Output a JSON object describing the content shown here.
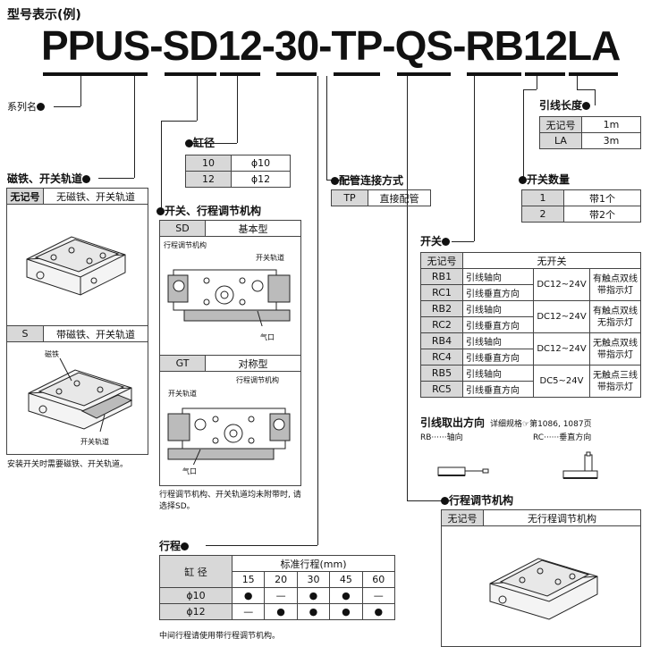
{
  "title": "型号表示(例)",
  "code_parts": [
    "PPUS",
    "-",
    "SD",
    "12",
    "-",
    "30",
    "-",
    "TP",
    "-",
    "QS",
    "-",
    "RB",
    "12",
    "LA"
  ],
  "series": {
    "label": "系列名"
  },
  "magnet": {
    "heading": "磁铁、开关轨道",
    "rows": [
      {
        "code": "无记号",
        "desc": "无磁铁、开关轨道"
      },
      {
        "code": "S",
        "desc": "带磁铁、开关轨道"
      }
    ],
    "labels": {
      "magnet": "磁铁",
      "rail": "开关轨道"
    },
    "note": "安装开关时需要磁铁、开关轨道。"
  },
  "bore": {
    "heading": "缸径",
    "rows": [
      {
        "code": "10",
        "desc": "ϕ10"
      },
      {
        "code": "12",
        "desc": "ϕ12"
      }
    ]
  },
  "mech": {
    "heading": "开关、行程调节机构",
    "rows": [
      {
        "code": "SD",
        "desc": "基本型"
      },
      {
        "code": "GT",
        "desc": "对称型"
      }
    ],
    "labels": {
      "adjust": "行程调节机构",
      "rail": "开关轨道",
      "port": "气口"
    },
    "note": "行程调节机构、开关轨道均未附带时, 请选择SD。"
  },
  "piping": {
    "heading": "配管连接方式",
    "rows": [
      {
        "code": "TP",
        "desc": "直接配管"
      }
    ]
  },
  "lead": {
    "heading": "引线长度",
    "rows": [
      {
        "code": "无记号",
        "desc": "1m"
      },
      {
        "code": "LA",
        "desc": "3m"
      }
    ]
  },
  "qty": {
    "heading": "开关数量",
    "rows": [
      {
        "code": "1",
        "desc": "带1个"
      },
      {
        "code": "2",
        "desc": "带2个"
      }
    ]
  },
  "switch": {
    "heading": "开关",
    "none": {
      "code": "无记号",
      "desc": "无开关"
    },
    "groups": [
      {
        "a": {
          "code": "RB1",
          "dir": "引线轴向"
        },
        "b": {
          "code": "RC1",
          "dir": "引线垂直方向"
        },
        "volt": "DC12~24V",
        "type": "有触点双线带指示灯"
      },
      {
        "a": {
          "code": "RB2",
          "dir": "引线轴向"
        },
        "b": {
          "code": "RC2",
          "dir": "引线垂直方向"
        },
        "volt": "DC12~24V",
        "type": "有触点双线无指示灯"
      },
      {
        "a": {
          "code": "RB4",
          "dir": "引线轴向"
        },
        "b": {
          "code": "RC4",
          "dir": "引线垂直方向"
        },
        "volt": "DC12~24V",
        "type": "无触点双线带指示灯"
      },
      {
        "a": {
          "code": "RB5",
          "dir": "引线轴向"
        },
        "b": {
          "code": "RC5",
          "dir": "引线垂直方向"
        },
        "volt": "DC5~24V",
        "type": "无触点三线带指示灯"
      }
    ],
    "dir_title": "引线取出方向",
    "dir_ref": "详细规格☞第1086, 1087页",
    "rb": "RB······轴向",
    "rc": "RC······垂直方向"
  },
  "adjust": {
    "heading": "行程调节机构",
    "rows": [
      {
        "code": "无记号",
        "desc": "无行程调节机构"
      }
    ]
  },
  "stroke": {
    "heading": "行程",
    "bore_label": "缸 径",
    "std_label": "标准行程(mm)",
    "strokes": [
      "15",
      "20",
      "30",
      "45",
      "60"
    ],
    "rows": [
      {
        "bore": "ϕ10",
        "marks": [
          "●",
          "—",
          "●",
          "●",
          "—"
        ]
      },
      {
        "bore": "ϕ12",
        "marks": [
          "—",
          "●",
          "●",
          "●",
          "●"
        ]
      }
    ],
    "note": "中间行程请使用带行程调节机构。"
  }
}
